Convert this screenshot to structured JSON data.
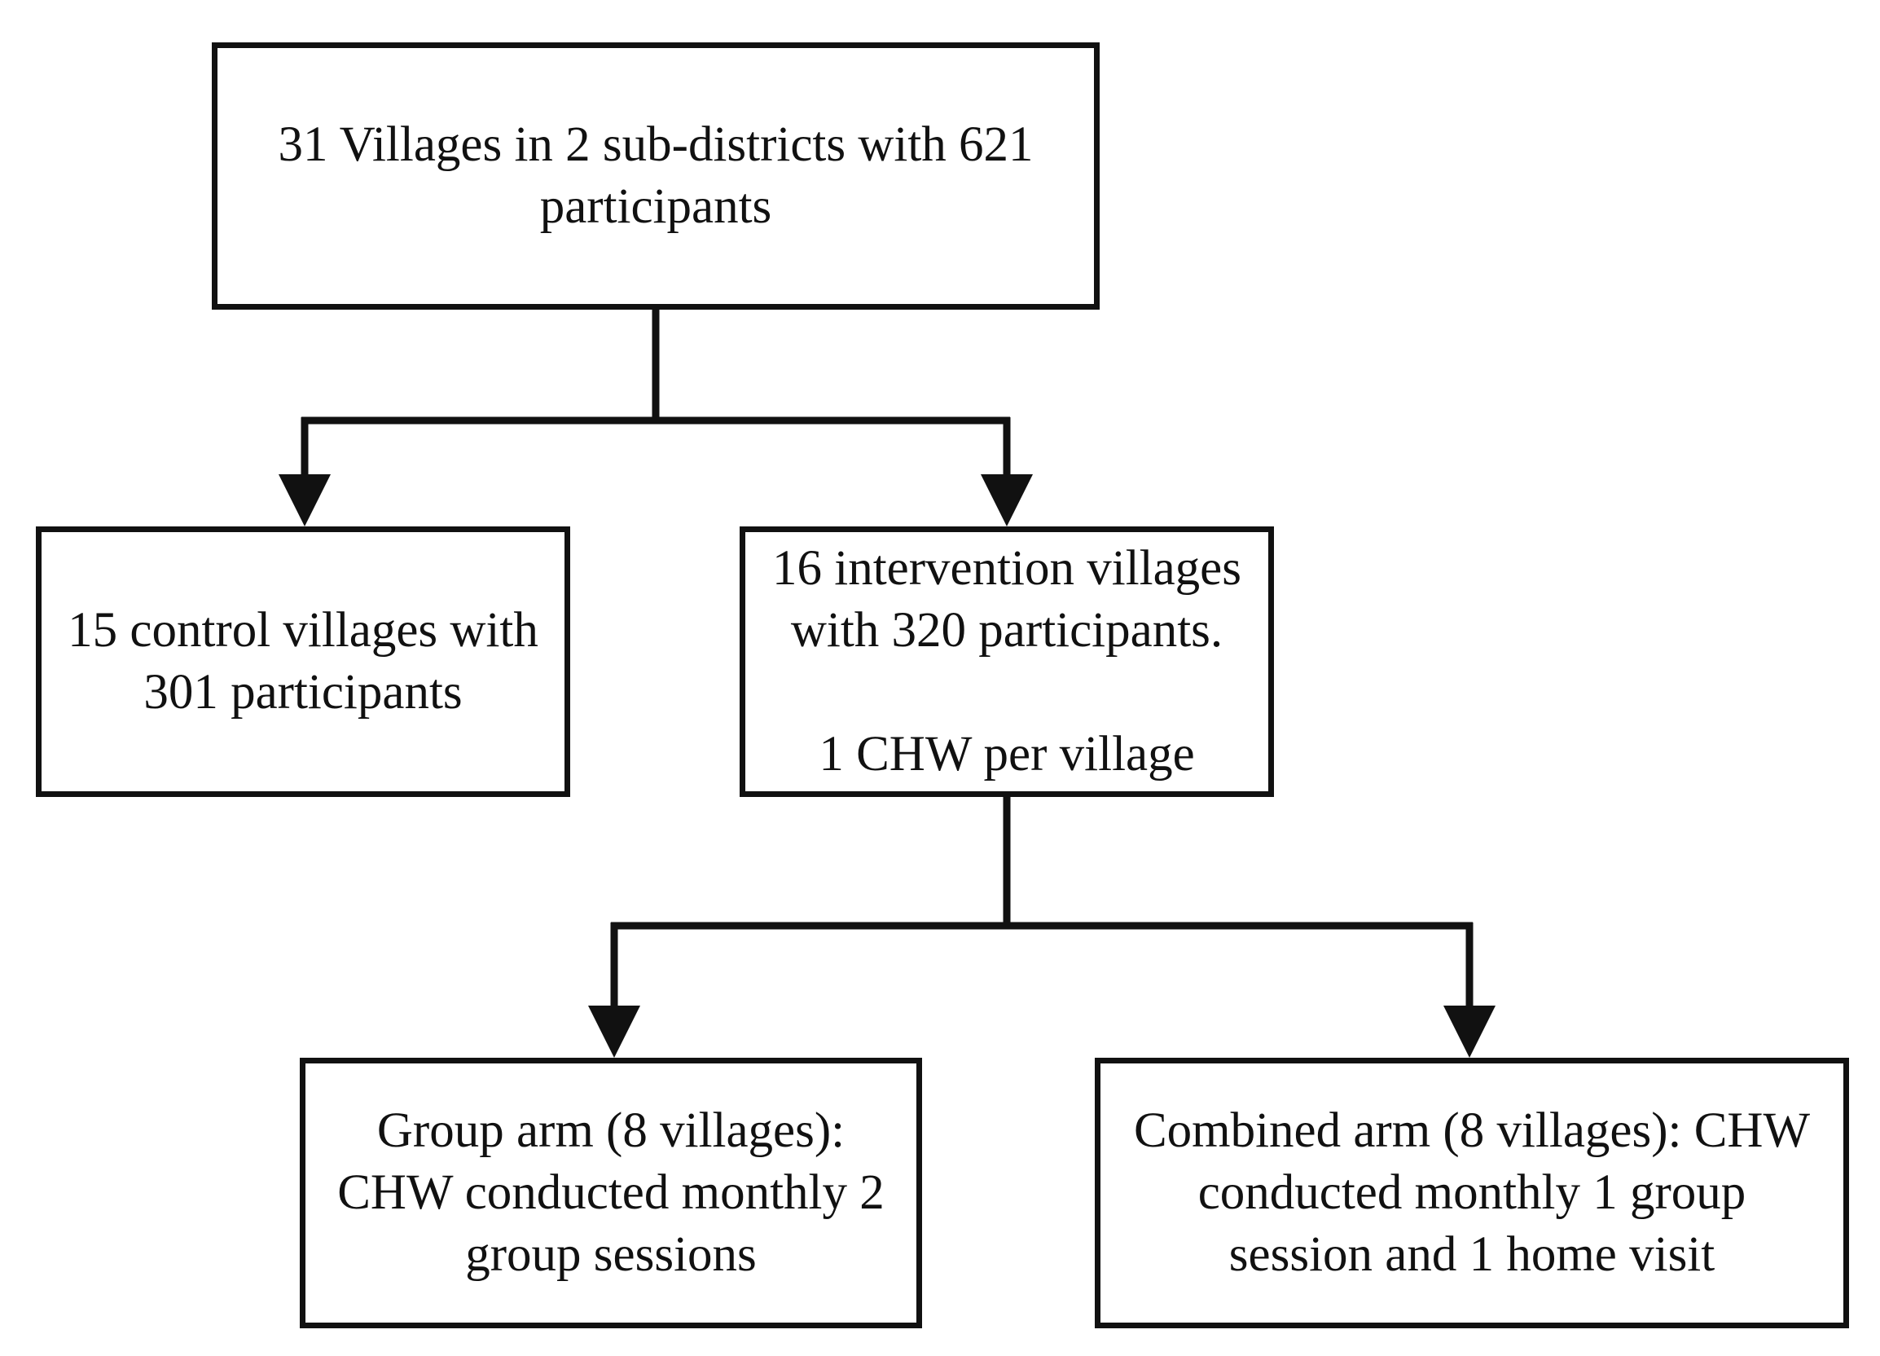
{
  "diagram": {
    "nodes": {
      "root": {
        "lines": [
          "31 Villages in 2 sub-districts with 621",
          "participants"
        ]
      },
      "control": {
        "lines": [
          "15 control villages with",
          "301 participants"
        ]
      },
      "intervention": {
        "lines": [
          "16 intervention villages",
          "with 320 participants."
        ],
        "note": "1 CHW per village"
      },
      "group_arm": {
        "lines": [
          "Group arm (8 villages):",
          "CHW conducted monthly 2",
          "group sessions"
        ]
      },
      "combined_arm": {
        "lines": [
          "Combined arm (8 villages): CHW",
          "conducted monthly 1 group",
          "session and 1 home visit"
        ]
      }
    },
    "edges": [
      {
        "from": "root",
        "to": "control"
      },
      {
        "from": "root",
        "to": "intervention"
      },
      {
        "from": "intervention",
        "to": "group_arm"
      },
      {
        "from": "intervention",
        "to": "combined_arm"
      }
    ],
    "colors": {
      "stroke": "#111111",
      "background": "#ffffff",
      "text": "#111111"
    }
  }
}
